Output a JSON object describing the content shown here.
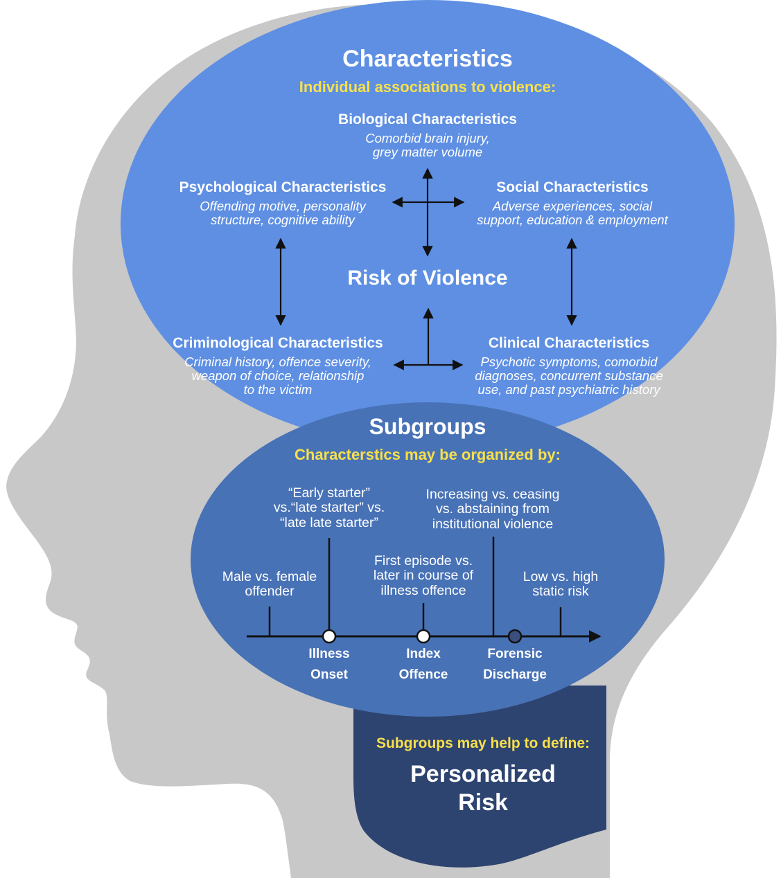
{
  "characteristics": {
    "title": "Characteristics",
    "subtitle": "Individual associations to violence:",
    "center": "Risk of Violence",
    "biological": {
      "label": "Biological Characteristics",
      "desc_1": "Comorbid brain injury,",
      "desc_2": "grey matter volume"
    },
    "psychological": {
      "label": "Psychological Characteristics",
      "desc_1": "Offending motive, personality",
      "desc_2": "structure, cognitive ability"
    },
    "social": {
      "label": "Social Characteristics",
      "desc_1": "Adverse experiences, social",
      "desc_2": "support, education & employment"
    },
    "criminological": {
      "label": "Criminological Characteristics",
      "desc_1": "Criminal history, offence severity,",
      "desc_2": "weapon of choice, relationship",
      "desc_3": "to the victim"
    },
    "clinical": {
      "label": "Clinical Characteristics",
      "desc_1": "Psychotic symptoms, comorbid",
      "desc_2": "diagnoses, concurrent substance",
      "desc_3": "use, and past psychiatric history"
    }
  },
  "subgroups": {
    "title": "Subgroups",
    "subtitle": "Characterstics may be organized by:",
    "items": {
      "sex": {
        "line_1": "Male vs. female",
        "line_2": "offender"
      },
      "starter": {
        "line_1": "“Early starter”",
        "line_2": "vs.“late starter” vs.",
        "line_3": "“late late starter”"
      },
      "episode": {
        "line_1": "First episode vs.",
        "line_2": "later in course of",
        "line_3": "illness offence"
      },
      "institutional": {
        "line_1": "Increasing vs. ceasing",
        "line_2": "vs. abstaining from",
        "line_3": "institutional violence"
      },
      "static_risk": {
        "line_1": "Low vs. high",
        "line_2": "static risk"
      }
    },
    "timeline": {
      "illness": {
        "line_1": "Illness",
        "line_2": "Onset"
      },
      "index": {
        "line_1": "Index",
        "line_2": "Offence"
      },
      "forensic": {
        "line_1": "Forensic",
        "line_2": "Discharge"
      }
    }
  },
  "personalized": {
    "subtitle": "Subgroups may help to define:",
    "line_1": "Personalized",
    "line_2": "Risk"
  },
  "colors": {
    "head": "#c8c8c8",
    "characteristics_ellipse": "#5e8fe3",
    "subgroups_ellipse": "#4872b6",
    "neck": "#2e4470",
    "accent_text": "#f7e04b",
    "line": "#111111",
    "forensic_marker": "#3b4f7e"
  }
}
